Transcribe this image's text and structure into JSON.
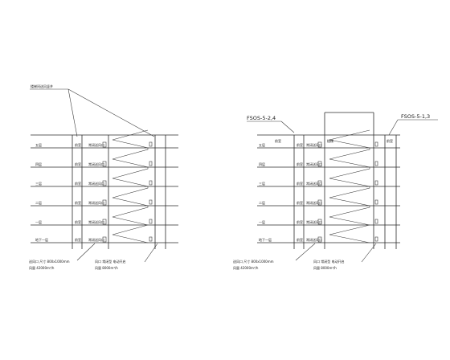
{
  "left_diagram": {
    "callout_top": "楼梯间送风竖井",
    "floor_labels": [
      "五层",
      "四层",
      "三层",
      "二层",
      "一层",
      "地下一层"
    ],
    "room_label": "前室",
    "vent_label": "常闭送风口",
    "note_left": [
      "送风口 尺寸 800x1000mm",
      "风量 42000m³/h"
    ],
    "note_right": [
      "风口 常闭型 电动开启",
      "风量 8000m³/h"
    ]
  },
  "right_diagram": {
    "callout_left": "FSOS-5-2,4",
    "callout_right": "FSOS-5-1,3",
    "top_labels": [
      "前室",
      "楼梯",
      "前室"
    ],
    "floor_labels": [
      "五层",
      "四层",
      "三层",
      "二层",
      "一层",
      "地下一层"
    ],
    "room_label": "前室",
    "vent_label": "常闭送风口",
    "note_left": [
      "送风口 尺寸 800x1000mm",
      "风量 42000m³/h"
    ],
    "note_right": [
      "风口 常闭型 电动开启",
      "风量 8000m³/h"
    ]
  }
}
